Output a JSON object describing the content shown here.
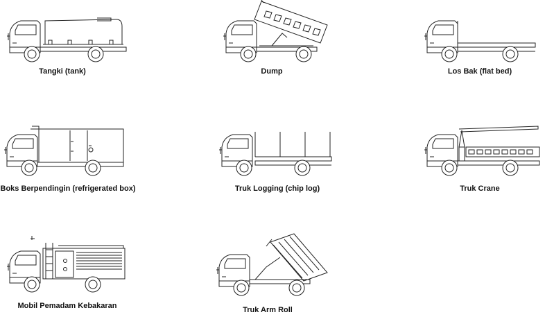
{
  "title": "Truck body types",
  "trucks": [
    {
      "label": "Tangki (tank)"
    },
    {
      "label": "Dump"
    },
    {
      "label": "Los Bak (flat bed)"
    },
    {
      "label": "Boks Berpendingin (refrigerated box)"
    },
    {
      "label": "Truk Logging (chip log)"
    },
    {
      "label": "Truk Crane"
    },
    {
      "label": "Mobil Pemadam Kebakaran"
    },
    {
      "label": "Truk Arm Roll"
    }
  ]
}
